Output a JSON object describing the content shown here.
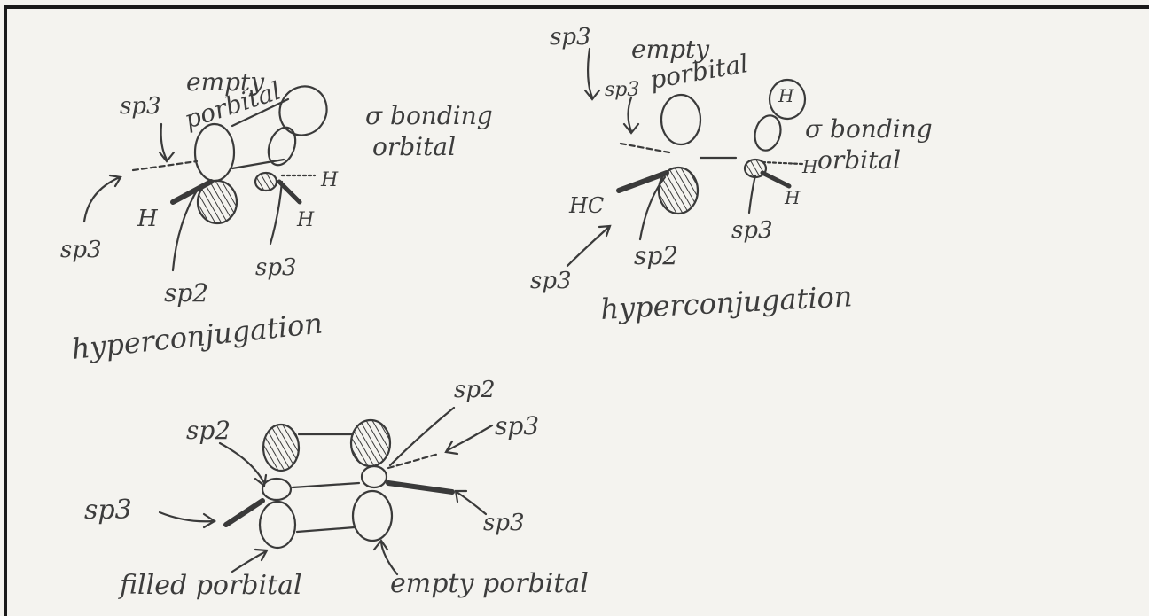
{
  "panel1": {
    "labels": {
      "sp3_top": "sp3",
      "empty": "empty",
      "porbital": "porbital",
      "sp3_left": "sp3",
      "h_left": "H",
      "sp2": "sp2",
      "sp3_bottom": "sp3",
      "h_right1": "H",
      "h_right2": "H",
      "hyperconjugation": "hyperconjugation"
    }
  },
  "sigma_label": {
    "line1": "σ bonding",
    "line2": "orbital"
  },
  "panel2": {
    "labels": {
      "sp3_top": "sp3",
      "sp3_inner": "sp3",
      "empty": "empty",
      "porbital": "porbital",
      "sigma_line1": "σ bonding",
      "sigma_line2": "orbital",
      "h_top": "H",
      "h_c": "HC",
      "sp3_left": "sp3",
      "sp2": "sp2",
      "sp3_right": "sp3",
      "h_right1": "H",
      "h_right2": "H",
      "hyperconjugation": "hyperconjugation"
    }
  },
  "panel3": {
    "labels": {
      "sp2_left": "sp2",
      "sp3_left": "sp3",
      "sp2_right": "sp2",
      "sp3_right_top": "sp3",
      "sp3_right_bottom": "sp3",
      "filled": "filled porbital",
      "empty": "empty porbital"
    }
  },
  "colors": {
    "pencil": "#3a3a3a",
    "paper": "#f4f3ef",
    "border": "#1a1a1a"
  }
}
